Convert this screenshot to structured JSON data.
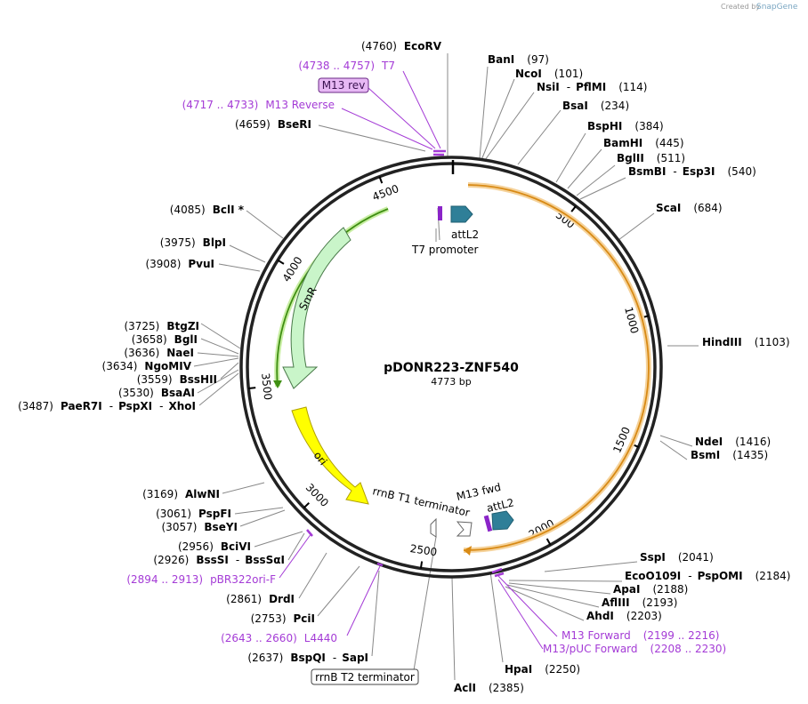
{
  "credit": {
    "prefix": "Created by",
    "brand": "SnapGene"
  },
  "plasmid": {
    "name": "pDONR223-ZNF540",
    "size_label": "4773 bp",
    "length_bp": 4773
  },
  "ruler_ticks": [
    "500",
    "1000",
    "1500",
    "2000",
    "2500",
    "3000",
    "3500",
    "4000",
    "4500"
  ],
  "sites_right": [
    {
      "name": "BanI",
      "pos": "(97)"
    },
    {
      "name": "NcoI",
      "pos": "(101)"
    },
    {
      "name": "NsiI",
      "sep": "-",
      "name2": "PflMI",
      "pos": "(114)"
    },
    {
      "name": "BsaI",
      "pos": "(234)"
    },
    {
      "name": "BspHI",
      "pos": "(384)"
    },
    {
      "name": "BamHI",
      "pos": "(445)"
    },
    {
      "name": "BglII",
      "pos": "(511)"
    },
    {
      "name": "BsmBI",
      "sep": "-",
      "name2": "Esp3I",
      "pos": "(540)"
    },
    {
      "name": "ScaI",
      "pos": "(684)"
    },
    {
      "name": "HindIII",
      "pos": "(1103)"
    },
    {
      "name": "NdeI",
      "pos": "(1416)"
    },
    {
      "name": "BsmI",
      "pos": "(1435)"
    },
    {
      "name": "SspI",
      "pos": "(2041)"
    },
    {
      "name": "EcoO109I",
      "sep": "-",
      "name2": "PspOMI",
      "pos": "(2184)"
    },
    {
      "name": "ApaI",
      "pos": "(2188)"
    },
    {
      "name": "AflIII",
      "pos": "(2193)"
    },
    {
      "name": "AhdI",
      "pos": "(2203)"
    },
    {
      "name": "HpaI",
      "pos": "(2250)"
    },
    {
      "name": "AclI",
      "pos": "(2385)"
    }
  ],
  "sites_left": [
    {
      "name": "EcoRV",
      "pos": "(4760)"
    },
    {
      "name": "BseRI",
      "pos": "(4659)"
    },
    {
      "name": "BclI *",
      "pos": "(4085)"
    },
    {
      "name": "BlpI",
      "pos": "(3975)"
    },
    {
      "name": "PvuI",
      "pos": "(3908)"
    },
    {
      "name": "BtgZI",
      "pos": "(3725)"
    },
    {
      "name": "BglI",
      "pos": "(3658)"
    },
    {
      "name": "NaeI",
      "pos": "(3636)"
    },
    {
      "name": "NgoMIV",
      "pos": "(3634)"
    },
    {
      "name": "BssHII",
      "pos": "(3559)"
    },
    {
      "name": "BsaAI",
      "pos": "(3530)"
    },
    {
      "name": "PaeR7I",
      "sep": "-",
      "name2": "PspXI",
      "sep2": "-",
      "name3": "XhoI",
      "pos": "(3487)"
    },
    {
      "name": "AlwNI",
      "pos": "(3169)"
    },
    {
      "name": "PspFI",
      "pos": "(3061)"
    },
    {
      "name": "BseYI",
      "pos": "(3057)"
    },
    {
      "name": "BciVI",
      "pos": "(2956)"
    },
    {
      "name": "BssSI",
      "sep": "-",
      "name2": "BssSαI",
      "pos": "(2926)"
    },
    {
      "name": "DrdI",
      "pos": "(2861)"
    },
    {
      "name": "PciI",
      "pos": "(2753)"
    },
    {
      "name": "BspQI",
      "sep": "-",
      "name2": "SapI",
      "pos": "(2637)"
    }
  ],
  "primers": [
    {
      "range": "(4738 .. 4757)",
      "name": "T7"
    },
    {
      "name": "M13 rev"
    },
    {
      "range": "(4717 .. 4733)",
      "name": "M13 Reverse"
    },
    {
      "range": "(2894 .. 2913)",
      "name": "pBR322ori-F"
    },
    {
      "range": "(2643 .. 2660)",
      "name": "L4440"
    },
    {
      "name": "M13 Forward",
      "range": "(2199 .. 2216)"
    },
    {
      "name": "M13/pUC Forward",
      "range": "(2208 .. 2230)"
    }
  ],
  "features": {
    "smr": "SmR",
    "ori": "ori",
    "attL2_top": "attL2",
    "t7_promoter": "T7 promoter",
    "rrnb_t1": "rrnB T1 terminator",
    "m13_fwd": "M13 fwd",
    "attL2_bottom": "attL2",
    "rrnb_t2": "rrnB T2 terminator"
  },
  "colors": {
    "backbone": "#222222",
    "orf_orange": "#e8a33b",
    "orf_green": "#7bbf3b",
    "smr_fill": "#c9f5c9",
    "ori_fill": "#ffff00",
    "att_fill": "#2f7f98",
    "primer_purple": "#a43bd6",
    "leader_gray": "#888888"
  }
}
